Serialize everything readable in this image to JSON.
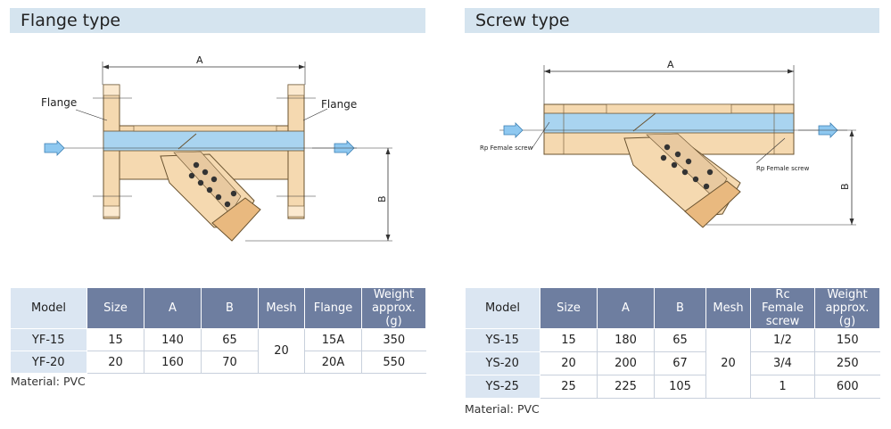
{
  "flange": {
    "title": "Flange type",
    "labels": {
      "dim_a": "A",
      "dim_b": "B",
      "flange_left": "Flange",
      "flange_right": "Flange"
    },
    "headers": [
      "Model",
      "Size",
      "A",
      "B",
      "Mesh",
      "Flange",
      "Weight approx. (g)"
    ],
    "rows": [
      {
        "model": "YF-15",
        "size": "15",
        "a": "140",
        "b": "65",
        "flange": "15A",
        "weight": "350"
      },
      {
        "model": "YF-20",
        "size": "20",
        "a": "160",
        "b": "70",
        "flange": "20A",
        "weight": "550"
      }
    ],
    "mesh": "20",
    "material": "Material: PVC"
  },
  "screw": {
    "title": "Screw type",
    "labels": {
      "dim_a": "A",
      "dim_b": "B",
      "rp_left": "Rp  Female screw",
      "rp_right": "Rp  Female screw"
    },
    "headers": [
      "Model",
      "Size",
      "A",
      "B",
      "Mesh",
      "Rc Female screw",
      "Weight approx. (g)"
    ],
    "rows": [
      {
        "model": "YS-15",
        "size": "15",
        "a": "180",
        "b": "65",
        "screw": "1/2",
        "weight": "150"
      },
      {
        "model": "YS-20",
        "size": "20",
        "a": "200",
        "b": "67",
        "screw": "3/4",
        "weight": "250"
      },
      {
        "model": "YS-25",
        "size": "25",
        "a": "225",
        "b": "105",
        "screw": "1",
        "weight": "600"
      }
    ],
    "mesh": "20",
    "material": "Material: PVC"
  },
  "colors": {
    "header_bg": "#d5e4ef",
    "table_header": "#6e7ea0",
    "model_cell": "#dbe6f2",
    "body_tan": "#f5d9b0",
    "pipe_blue": "#a9d4f0",
    "outline": "#6a5330",
    "arrow_blue": "#8ec8f0"
  }
}
